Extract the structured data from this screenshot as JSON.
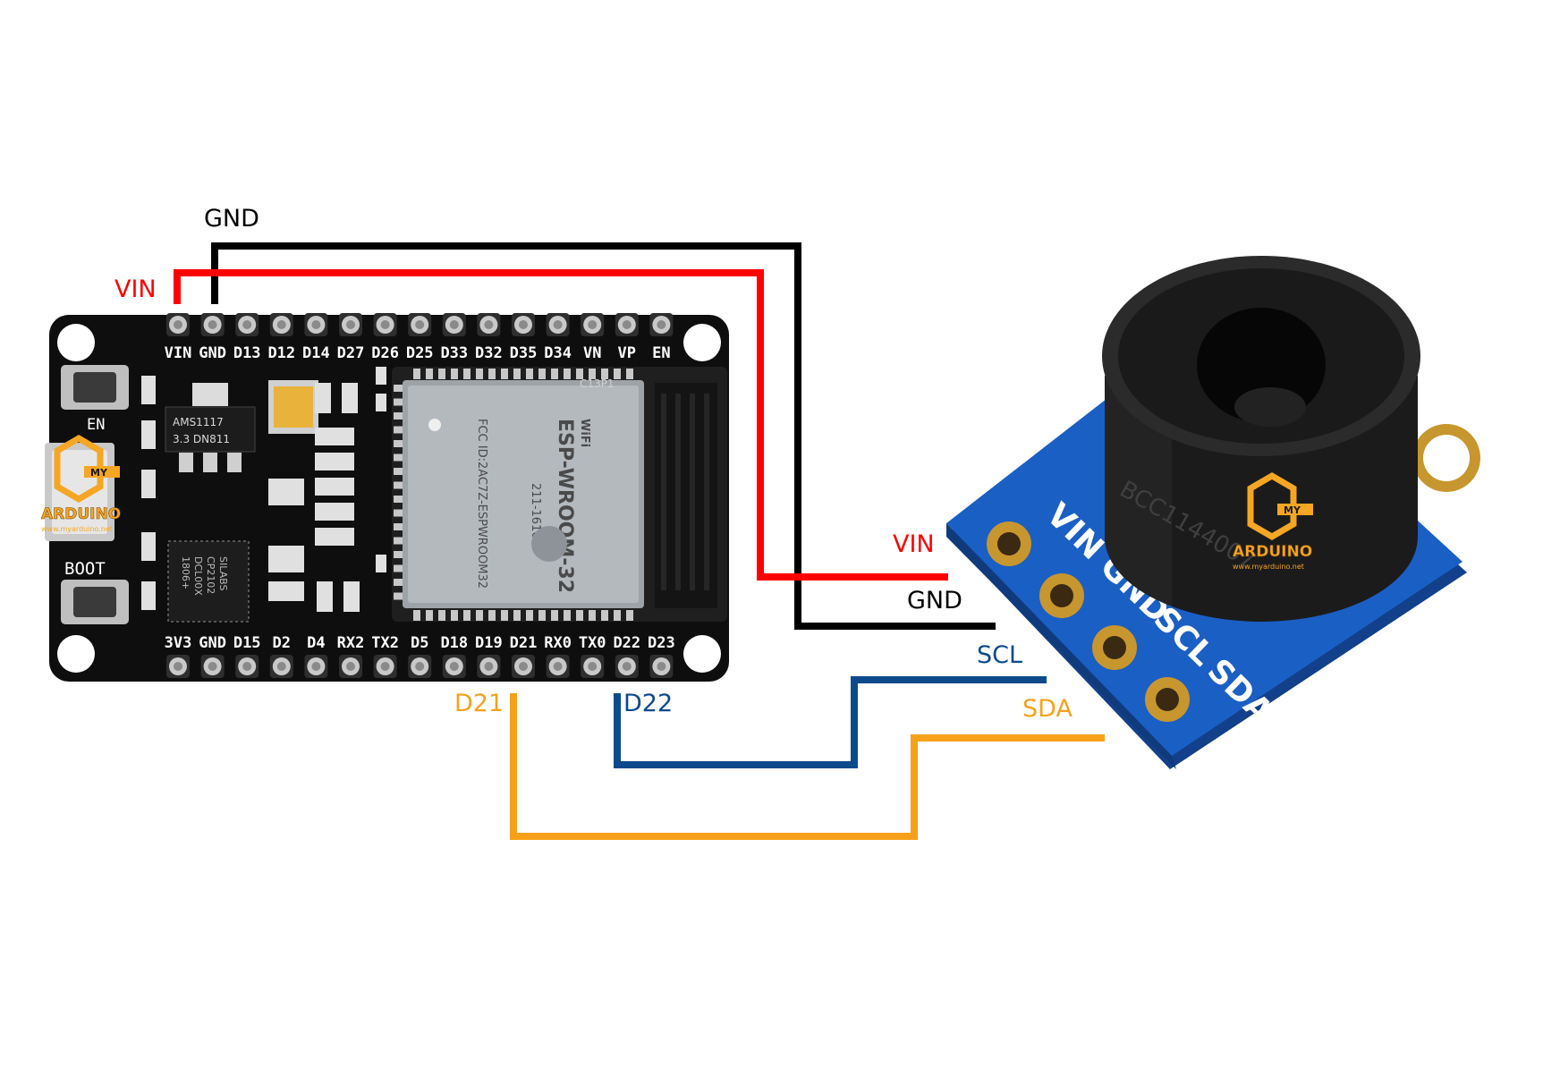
{
  "colors": {
    "vin": "#ff0000",
    "gnd": "#000000",
    "scl": "#0d4a8c",
    "sda": "#f7a11a",
    "esp_board": "#0e0e0e",
    "sensor_board": "#1a5fc4",
    "logo_orange": "#f5a623"
  },
  "esp32_board": {
    "top_pins": [
      "VIN",
      "GND",
      "D13",
      "D12",
      "D14",
      "D27",
      "D26",
      "D25",
      "D33",
      "D32",
      "D35",
      "D34",
      "VN",
      "VP",
      "EN"
    ],
    "bottom_pins": [
      "3V3",
      "GND",
      "D15",
      "D2",
      "D4",
      "RX2",
      "TX2",
      "D5",
      "D18",
      "D19",
      "D21",
      "RX0",
      "TX0",
      "D22",
      "D23"
    ],
    "en_button": "EN",
    "boot_button": "BOOT",
    "regulator": {
      "line1": "AMS1117",
      "line2": "3.3  DN811"
    },
    "usb_chip": {
      "line1": "SILABS",
      "line2": "CP2102",
      "line3": "DCL00X",
      "line4": "1806+"
    },
    "module": {
      "name": "ESP-WROOM-32",
      "line2": "211-161007",
      "line3": "FCC ID:2AC7Z-ESPWROOM32",
      "top_label": "C13P1",
      "wifi_mark": "WiFi"
    }
  },
  "sensor_board": {
    "pins": [
      "VIN",
      "GND",
      "SCL",
      "SDA"
    ],
    "sensor_marking": "BCC1144007"
  },
  "wires": {
    "esp_vin": "VIN",
    "esp_gnd": "GND",
    "esp_d21": "D21",
    "esp_d22": "D22",
    "sensor_vin": "VIN",
    "sensor_gnd": "GND",
    "sensor_scl": "SCL",
    "sensor_sda": "SDA"
  },
  "logos": {
    "brand_top": "MY",
    "brand_name": "ARDUINO",
    "brand_url": "www.myarduino.net"
  }
}
